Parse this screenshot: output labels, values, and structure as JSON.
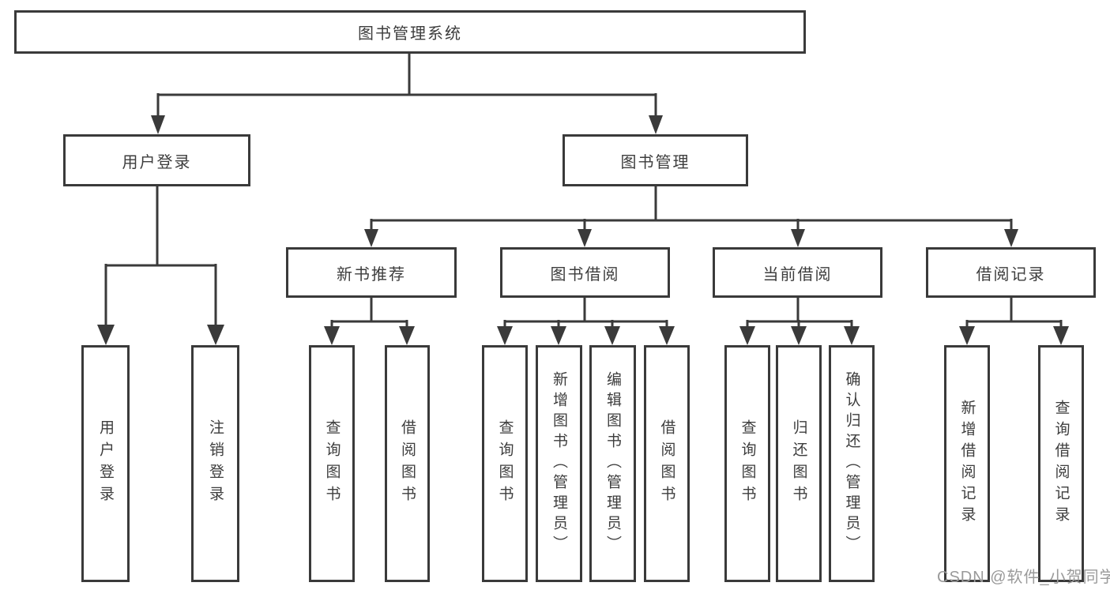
{
  "diagram": {
    "title_node": {
      "label": "图书管理系统"
    },
    "level1": [
      {
        "id": "user-login",
        "label": "用户登录"
      },
      {
        "id": "book-management",
        "label": "图书管理"
      }
    ],
    "level2": [
      {
        "id": "new-book-recommend",
        "label": "新书推荐"
      },
      {
        "id": "book-borrowing",
        "label": "图书借阅"
      },
      {
        "id": "current-borrowing",
        "label": "当前借阅"
      },
      {
        "id": "borrowing-records",
        "label": "借阅记录"
      }
    ],
    "leaves": [
      {
        "parent": "用户登录",
        "label": "用户登录"
      },
      {
        "parent": "用户登录",
        "label": "注销登录"
      },
      {
        "parent": "新书推荐",
        "label": "查询图书"
      },
      {
        "parent": "新书推荐",
        "label": "借阅图书"
      },
      {
        "parent": "图书借阅",
        "label": "查询图书"
      },
      {
        "parent": "图书借阅",
        "label": "新增图书（管理员）"
      },
      {
        "parent": "图书借阅",
        "label": "编辑图书（管理员）"
      },
      {
        "parent": "图书借阅",
        "label": "借阅图书"
      },
      {
        "parent": "当前借阅",
        "label": "查询图书"
      },
      {
        "parent": "当前借阅",
        "label": "归还图书"
      },
      {
        "parent": "当前借阅",
        "label": "确认归还（管理员）"
      },
      {
        "parent": "借阅记录",
        "label": "新增借阅记录"
      },
      {
        "parent": "借阅记录",
        "label": "查询借阅记录"
      }
    ]
  },
  "watermark": {
    "text": "CSDN @软件_小贺同学"
  },
  "colors": {
    "line": "#3a3a3a",
    "text": "#3d3d3d",
    "background": "#ffffff",
    "watermark": "#9a9a9a"
  }
}
